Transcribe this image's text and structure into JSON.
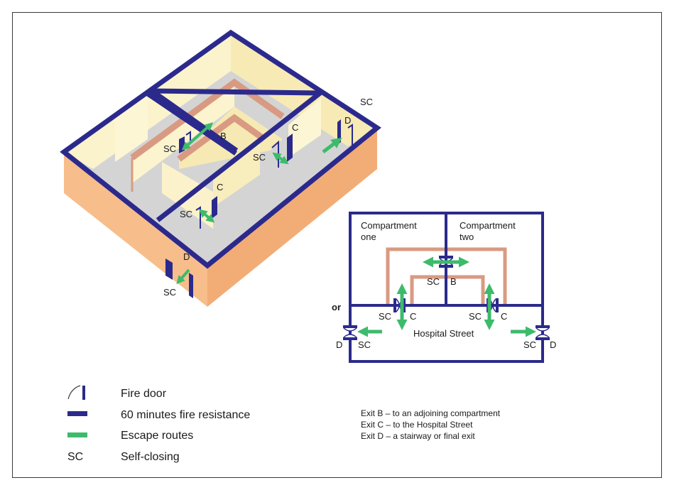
{
  "iso": {
    "sc_top": "SC",
    "b": "B",
    "sc_b": "SC",
    "c_mid": "C",
    "sc_mid": "SC",
    "d_right": "D",
    "c_low": "C",
    "sc_low": "SC",
    "d_front": "D",
    "sc_front": "SC"
  },
  "plan": {
    "comp_one_l1": "Compartment",
    "comp_one_l2": "one",
    "comp_two_l1": "Compartment",
    "comp_two_l2": "two",
    "sc_b": "SC",
    "b": "B",
    "or": "or",
    "sc_left_c": "SC",
    "c_left": "C",
    "sc_right_c": "SC",
    "c_right": "C",
    "hospital_street": "Hospital Street",
    "d_left": "D",
    "sc_d_left": "SC",
    "sc_d_right": "SC",
    "d_right": "D"
  },
  "legend": {
    "fire_door": "Fire door",
    "fire_resistance": "60 minutes fire resistance",
    "escape_routes": "Escape routes",
    "sc_key": "SC",
    "self_closing": "Self-closing"
  },
  "exits": {
    "b": "Exit B – to an adjoining compartment",
    "c": "Exit C – to the Hospital Street",
    "d": "Exit D – a stairway or final exit"
  },
  "colors": {
    "wall": "#2b2a8c",
    "escape": "#3dbb6b",
    "partition": "#d99a82",
    "floor": "#d6d6d6",
    "room_wall": "#fdf6d4",
    "outer_face": "#f7bd8b"
  }
}
